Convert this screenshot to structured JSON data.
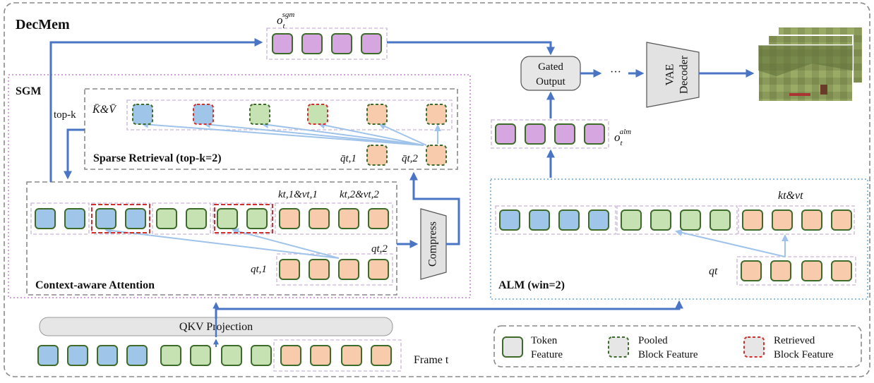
{
  "title": "DecMem",
  "sgm": {
    "label": "SGM",
    "sparse_label": "Sparse Retrieval (top-k=2)",
    "kv_label": "K̄&V̄",
    "topk_label": "top-k",
    "qbar1": "q̄t,1",
    "qbar2": "q̄t,2",
    "context_label": "Context-aware Attention",
    "kv1": "kt,1&vt,1",
    "kv2": "kt,2&vt,2",
    "q2": "qt,2",
    "q1": "qt,1",
    "compress": "Compress",
    "o_sgm": "otsgm"
  },
  "alm": {
    "label": "ALM (win=2)",
    "kv": "kt&vt",
    "q": "qt",
    "o_alm": "otalm"
  },
  "gated_output": [
    "Gated",
    "Output"
  ],
  "ellipsis": "···",
  "vae_decoder": [
    "VAE",
    "Decoder"
  ],
  "qkv_projection": "QKV Projection",
  "frame_label": "Frame t",
  "legend": {
    "token": [
      "Token",
      "Feature"
    ],
    "pooled": [
      "Pooled",
      "Block Feature"
    ],
    "retrieved": [
      "Retrieved",
      "Block Feature"
    ]
  },
  "colors": {
    "blue": "#9fc5e8",
    "green": "#c6e2b3",
    "orange": "#f8cbad",
    "purple": "#d5a6e0",
    "token_border": "#3d6b2a",
    "retrieved_border": "#d62d2d",
    "arrow": "#4a74c4"
  }
}
